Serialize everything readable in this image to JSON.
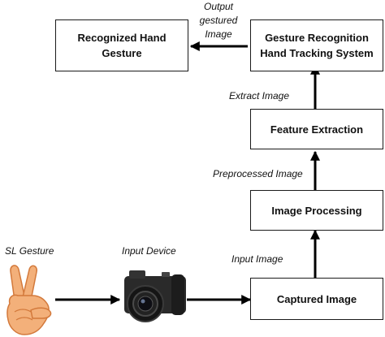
{
  "boxes": {
    "recognized": "Recognized Hand\nGesture",
    "gesture_system": "Gesture Recognition\nHand Tracking System",
    "feature_extraction": "Feature Extraction",
    "image_processing": "Image Processing",
    "captured_image": "Captured Image"
  },
  "labels": {
    "output": "Output\ngestured\nImage",
    "extract": "Extract Image",
    "preprocessed": "Preprocessed Image",
    "input_image": "Input Image",
    "sl_gesture": "SL Gesture",
    "input_device": "Input Device"
  },
  "icons": {
    "hand": "peace-hand-gesture-icon",
    "camera": "digital-camera-icon"
  },
  "colors": {
    "skin": "#f3b07a",
    "skin_outline": "#d3793b",
    "camera_body": "#2a2a2a"
  }
}
